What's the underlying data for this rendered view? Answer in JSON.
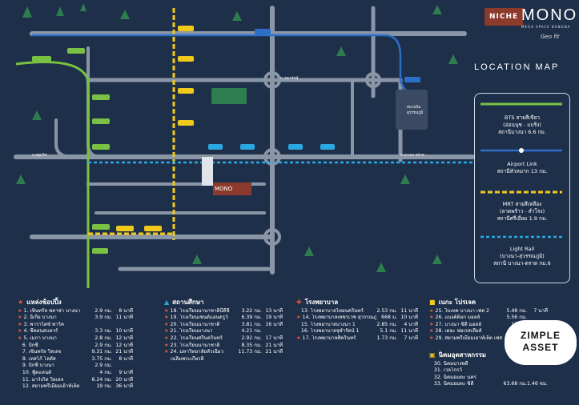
{
  "brand": {
    "niche": "NICHE",
    "mono": "MONO",
    "mono_sub": "MEGA SPACE BANGNA",
    "geo": "Geo fit"
  },
  "title": "LOCATION MAP",
  "legend": [
    {
      "name": "bts",
      "line1": "BTS สายสีเขียว",
      "line2": "(อ่อนนุช - แบริ่ง)",
      "line3": "สถานีบางนา 6.6 กม.",
      "color": "#7ac143"
    },
    {
      "name": "airport",
      "line1": "Airport Link",
      "line2": "สถานีหัวหมาก 13 กม.",
      "line3": "",
      "color": "#2d6ec9"
    },
    {
      "name": "mrt",
      "line1": "MRT สายสีเหลือง",
      "line2": "(ลาดพร้าว - สำโรง)",
      "line3": "สถานีศรีเอี่ยม 1.9 กม.",
      "color": "#f2c91a"
    },
    {
      "name": "lightrail",
      "line1": "Light Rail",
      "line2": "(บางนา-สุวรรณภูมิ)",
      "line3": "สถานี บางนา-ตราด กม.6",
      "color": "#2aa9e0"
    }
  ],
  "sections": {
    "shopping": {
      "title": "แหล่งช้อปปิ้ง",
      "rows": [
        {
          "no": "1.",
          "name": "เซ็นทรัล พลาซ่า บางนา",
          "d": "2.9 กม.",
          "t": "8 นาที",
          "star": true
        },
        {
          "no": "2.",
          "name": "อิเกีย บางนา",
          "d": "3.9 กม.",
          "t": "11 นาที",
          "star": true
        },
        {
          "no": "3.",
          "name": "พาราไดซ์ พาร์ค",
          "d": "",
          "t": "",
          "star": true
        },
        {
          "no": "4.",
          "name": "ซีคอนสแควร์",
          "d": "3.3 กม.",
          "t": "10 นาที",
          "star": true
        },
        {
          "no": "5.",
          "name": "เมกา บางนา",
          "d": "2.8 กม.",
          "t": "12 นาที",
          "star": true
        },
        {
          "no": "6.",
          "name": "บิ๊กซี",
          "d": "2.9 กม.",
          "t": "12 นาที",
          "star": false
        },
        {
          "no": "7.",
          "name": "เซ็นทรัล วิลเลจ",
          "d": "9.31 กม.",
          "t": "21 นาที",
          "star": false
        },
        {
          "no": "8.",
          "name": "เทสโก้ โลตัส",
          "d": "3.75 กม.",
          "t": "8 นาที",
          "star": false
        },
        {
          "no": "9.",
          "name": "บิ๊กซี บางนา",
          "d": "2.9 กม.",
          "t": "",
          "star": false
        },
        {
          "no": "10.",
          "name": "ฟู้ดแลนด์",
          "d": "4 กม.",
          "t": "9 นาที",
          "star": false
        },
        {
          "no": "11.",
          "name": "มาร์เก็ต วิลเลจ",
          "d": "6.24 กม.",
          "t": "20 นาที",
          "star": false
        },
        {
          "no": "12.",
          "name": "สยามพรีเมียมเอ้าท์เล็ต",
          "d": "19 กม.",
          "t": "36 นาที",
          "star": false
        }
      ]
    },
    "education": {
      "title": "สถานศึกษา",
      "rows": [
        {
          "no": "18.",
          "name": "โรงเรียนนานาชาติบีดีซี",
          "d": "3.22 กม.",
          "t": "13 นาที",
          "star": true
        },
        {
          "no": "19.",
          "name": "โรงเรียนเซนต์แอนดรูว์",
          "d": "6.39 กม.",
          "t": "19 นาที",
          "star": true
        },
        {
          "no": "20.",
          "name": "โรงเรียนนานาชาติ",
          "d": "3.81 กม.",
          "t": "16 นาที",
          "star": true
        },
        {
          "no": "21.",
          "name": "โรงเรียนบางนา",
          "d": "4.21 กม.",
          "t": "",
          "star": true
        },
        {
          "no": "22.",
          "name": "โรงเรียนศรีนครินทร์",
          "d": "2.92 กม.",
          "t": "17 นาที",
          "star": true
        },
        {
          "no": "23.",
          "name": "โรงเรียนนานาชาติ",
          "d": "8.35 กม.",
          "t": "21 นาที",
          "star": true
        },
        {
          "no": "24.",
          "name": "มหาวิทยาลัยหัวเฉียว",
          "d": "11.73 กม.",
          "t": "21 นาที",
          "star": true
        },
        {
          "no": "",
          "name": "เฉลิมพระเกียรติ",
          "d": "",
          "t": "",
          "star": false
        }
      ]
    },
    "hospital": {
      "title": "โรงพยาบาล",
      "rows": [
        {
          "no": "13.",
          "name": "โรงพยาบาลไทยนครินทร์",
          "d": "2.53 กม.",
          "t": "11 นาที",
          "star": false
        },
        {
          "no": "14.",
          "name": "โรงพยาบาลเพชรเวช สุวรรณภูมิ",
          "d": "668 ม.",
          "t": "10 นาที",
          "star": true
        },
        {
          "no": "15.",
          "name": "โรงพยาบาลบางนา 1",
          "d": "2.85 กม.",
          "t": "4 นาที",
          "star": false
        },
        {
          "no": "16.",
          "name": "โรงพยาบาลจุฬารัตน์ 1",
          "d": "5.1 กม.",
          "t": "11 นาที",
          "star": false
        },
        {
          "no": "17.",
          "name": "โรงพยาบาลศิครินทร์",
          "d": "1.73 กม.",
          "t": "7 นาที",
          "star": true
        }
      ]
    },
    "golf": {
      "title": "เนกะ โปรเจค",
      "rows": [
        {
          "no": "25.",
          "name": "ไบเทค บางนา เฟส 2",
          "d": "5.48 กม.",
          "t": "7 นาที",
          "star": true
        },
        {
          "no": "26.",
          "name": "แบงค์ค็อก มอลล์",
          "d": "5.56 กม.",
          "t": "",
          "star": true
        },
        {
          "no": "27.",
          "name": "บางนา ซิตี้ มอลล์",
          "d": "10 กม.",
          "t": "",
          "star": true
        },
        {
          "no": "28.",
          "name": "เดอะ ฟอเรสเทียส์",
          "d": "",
          "t": "",
          "star": true
        },
        {
          "no": "29.",
          "name": "สยามพรีเมียมเอาท์เล็ต เฟส 2",
          "d": "",
          "t": "",
          "star": true
        }
      ]
    },
    "industrial": {
      "title": "นิคมอุตสาหกรรม",
      "rows": [
        {
          "no": "30.",
          "name": "นิคมบางพลี",
          "d": "",
          "t": "",
          "star": false
        },
        {
          "no": "31.",
          "name": "เวลโกรว์",
          "d": "",
          "t": "",
          "star": false
        },
        {
          "no": "32.",
          "name": "นิคมอมตะ นคร",
          "d": "",
          "t": "",
          "star": false
        },
        {
          "no": "33.",
          "name": "นิคมอมตะ ซิตี้",
          "d": "63.68 กม.",
          "t": "1.46 ชม.",
          "star": false
        }
      ]
    }
  },
  "watermark": {
    "line1": "ZIMPLE",
    "line2": "ASSET"
  },
  "map_labels": {
    "station_airport": "สนามบิน",
    "station_airport2": "สุวรรณภูมิ",
    "project": "MONO",
    "bangna_trad": "ถ.บางนา-ตราด",
    "sukhumvit": "ถ.สุขุมวิท",
    "theparak": "ถ.เทพารักษ์"
  }
}
